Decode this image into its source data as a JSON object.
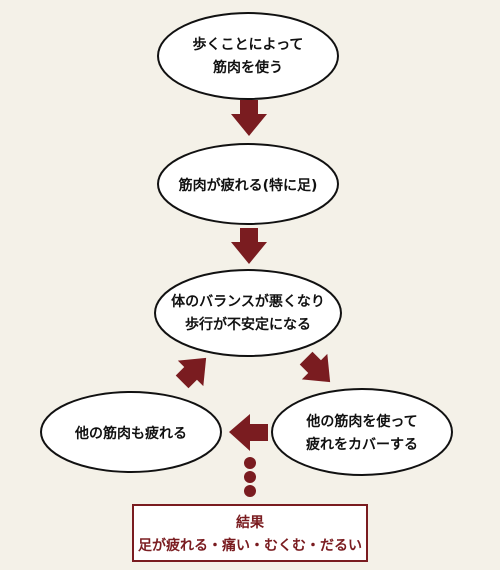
{
  "colors": {
    "background": "#f4f1e8",
    "node_fill": "#ffffff",
    "node_stroke": "#111111",
    "arrow": "#7a1c20",
    "result_border": "#7a1c20",
    "result_text": "#7a1c20"
  },
  "nodes": {
    "step1": {
      "line1": "歩くことによって",
      "line2": "筋肉を使う"
    },
    "step2": {
      "line1": "筋肉が疲れる(特に足)"
    },
    "step3": {
      "line1": "体のバランスが悪くなり",
      "line2": "歩行が不安定になる"
    },
    "step4": {
      "line1": "他の筋肉を使って",
      "line2": "疲れをカバーする"
    },
    "step5": {
      "line1": "他の筋肉も疲れる"
    }
  },
  "result": {
    "title": "結果",
    "text": "足が疲れる・痛い・むくむ・だるい"
  },
  "icons": {
    "arrow": "down-arrow-icon",
    "dots": "continuation-dots-icon"
  }
}
